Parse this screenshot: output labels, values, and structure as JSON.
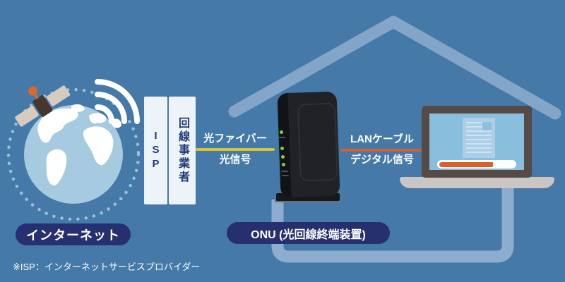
{
  "colors": {
    "background": "#4479a8",
    "roof": "#82a5c8",
    "wall": "#8cadce",
    "label_pill": "#26306f",
    "fiber_line": "#d5c435",
    "lan_line": "#d75f31",
    "onu_led": "#7fd13d",
    "progress_fill": "#d95f2c"
  },
  "internet": {
    "label": "インターネット"
  },
  "isp": {
    "abbr": "ISP",
    "carrier": "回線事業者"
  },
  "fiber": {
    "cable_label": "光ファイバー",
    "signal_label": "光信号"
  },
  "lan": {
    "cable_label": "LANケーブル",
    "signal_label": "デジタル信号"
  },
  "onu": {
    "label": "ONU (光回線終端装置)"
  },
  "footnote": "※ISP：インターネットサービスプロバイダー"
}
